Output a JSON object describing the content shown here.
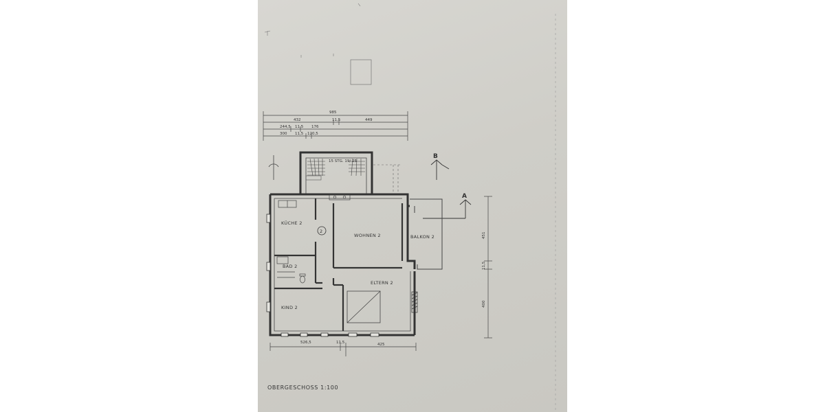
{
  "drawing": {
    "title": "OBERGESCHOSS 1:100",
    "colors": {
      "paper": "#d3d2cc",
      "ink": "#3a3a3a"
    }
  },
  "rooms": {
    "kueche": "KÜCHE 2",
    "wohnen": "WOHNEN 2",
    "balkon": "BALKON 2",
    "bad": "BAD 2",
    "eltern": "ELTERN 2",
    "kind": "KIND 2",
    "stair_note": "15 STG. 19/ 25"
  },
  "dimensions": {
    "top_total": "985",
    "top_left": "432",
    "top_mid": "11,5",
    "top_right": "449",
    "row3_a": "244,5",
    "row3_b": "11,5",
    "row3_c": "176",
    "row4_a": "300",
    "row4_b": "11,5",
    "row4_c": "120,5",
    "right_a": "451",
    "right_b": "11,5",
    "right_c": "400",
    "bottom_a": "526,5",
    "bottom_b": "11,5",
    "bottom_c": "425"
  },
  "sections": {
    "a": "A",
    "b": "B"
  },
  "annotations": {
    "circle_mark": "2"
  }
}
